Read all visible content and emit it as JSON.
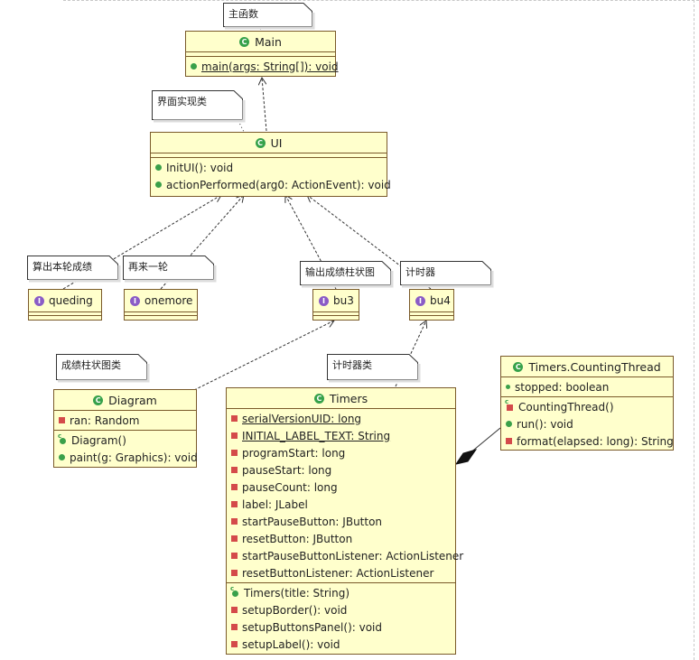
{
  "notes": {
    "main_note": "主函数",
    "ui_note": "界面实现类",
    "queding_note": "算出本轮成绩",
    "onemore_note": "再来一轮",
    "bu3_note": "输出成绩柱状图",
    "bu4_note": "计时器",
    "diagram_note": "成绩柱状图类",
    "timers_note": "计时器类"
  },
  "classes": {
    "main": {
      "icon": "C",
      "name": "Main",
      "methods": [
        "main(args: String[]): void"
      ]
    },
    "ui": {
      "icon": "C",
      "name": "UI",
      "methods": [
        "InitUI(): void",
        "actionPerformed(arg0: ActionEvent): void"
      ]
    },
    "diagram": {
      "icon": "C",
      "name": "Diagram",
      "attributes": [
        "ran: Random"
      ],
      "methods": [
        "Diagram()",
        "paint(g: Graphics): void"
      ]
    },
    "timers": {
      "icon": "C",
      "name": "Timers",
      "attributes": [
        "serialVersionUID: long",
        "INITIAL_LABEL_TEXT: String",
        "programStart: long",
        "pauseStart: long",
        "pauseCount: long",
        "label: JLabel",
        "startPauseButton: JButton",
        "resetButton: JButton",
        "startPauseButtonListener: ActionListener",
        "resetButtonListener: ActionListener"
      ],
      "methods": [
        "Timers(title: String)",
        "setupBorder(): void",
        "setupButtonsPanel(): void",
        "setupLabel(): void"
      ]
    },
    "counting_thread": {
      "icon": "C",
      "name": "Timers.CountingThread",
      "attributes": [
        "stopped: boolean"
      ],
      "methods": [
        "CountingThread()",
        "run(): void",
        "format(elapsed: long): String"
      ]
    }
  },
  "interfaces": {
    "queding": {
      "icon": "I",
      "name": "queding"
    },
    "onemore": {
      "icon": "I",
      "name": "onemore"
    },
    "bu3": {
      "icon": "I",
      "name": "bu3"
    },
    "bu4": {
      "icon": "I",
      "name": "bu4"
    }
  },
  "colors": {
    "class_fill": "#ffffcc",
    "border": "#7a5a2a",
    "class_icon": "#36a14a",
    "interface_icon": "#8a5cc6",
    "private_marker": "#d44a4a",
    "public_marker": "#3aa04a"
  }
}
